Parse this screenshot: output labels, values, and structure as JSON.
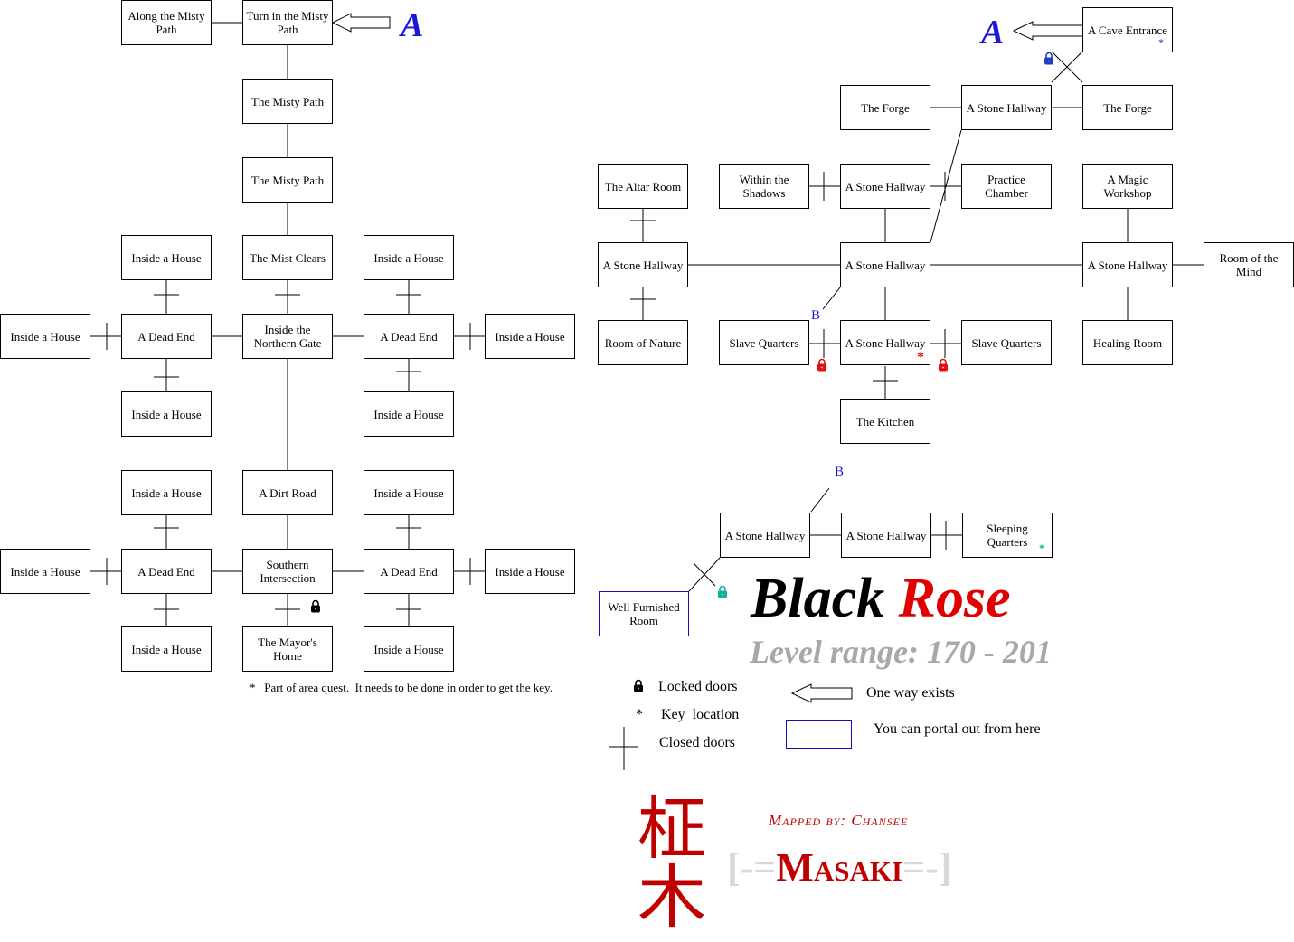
{
  "rooms": [
    {
      "id": "l1",
      "label": "Along the Misty Path"
    },
    {
      "id": "l2",
      "label": "Turn in the Misty Path"
    },
    {
      "id": "l3",
      "label": "The Misty Path"
    },
    {
      "id": "l4",
      "label": "The Misty Path"
    },
    {
      "id": "l5",
      "label": "The Mist Clears"
    },
    {
      "id": "l6",
      "label": "Inside a House"
    },
    {
      "id": "l7",
      "label": "Inside a House"
    },
    {
      "id": "l8",
      "label": "Inside a House"
    },
    {
      "id": "l9",
      "label": "A Dead End"
    },
    {
      "id": "l10",
      "label": "Inside the Northern Gate"
    },
    {
      "id": "l11",
      "label": "A Dead End"
    },
    {
      "id": "l12",
      "label": "Inside a House"
    },
    {
      "id": "l13",
      "label": "Inside a House"
    },
    {
      "id": "l14",
      "label": "Inside a House"
    },
    {
      "id": "l15",
      "label": "Inside a House"
    },
    {
      "id": "l16",
      "label": "A Dirt Road"
    },
    {
      "id": "l17",
      "label": "Inside a House"
    },
    {
      "id": "l18",
      "label": "Inside a House"
    },
    {
      "id": "l19",
      "label": "A Dead End"
    },
    {
      "id": "l20",
      "label": "Southern Intersection"
    },
    {
      "id": "l21",
      "label": "A Dead End"
    },
    {
      "id": "l22",
      "label": "Inside a House"
    },
    {
      "id": "l23",
      "label": "Inside a House"
    },
    {
      "id": "l24",
      "label": "The Mayor's Home"
    },
    {
      "id": "l25",
      "label": "Inside a House"
    },
    {
      "id": "r1",
      "label": "A Cave Entrance"
    },
    {
      "id": "r2",
      "label": "The Forge"
    },
    {
      "id": "r3",
      "label": "A Stone Hallway"
    },
    {
      "id": "r4",
      "label": "The Forge"
    },
    {
      "id": "r5",
      "label": "The Altar Room"
    },
    {
      "id": "r6",
      "label": "Within the Shadows"
    },
    {
      "id": "r7",
      "label": "A Stone Hallway"
    },
    {
      "id": "r8",
      "label": "Practice Chamber"
    },
    {
      "id": "r9",
      "label": "A Magic Workshop"
    },
    {
      "id": "r10",
      "label": "A Stone Hallway"
    },
    {
      "id": "r11",
      "label": "A Stone Hallway"
    },
    {
      "id": "r12",
      "label": "A Stone Hallway"
    },
    {
      "id": "r13",
      "label": "Room of the Mind"
    },
    {
      "id": "r14",
      "label": "Room of Nature"
    },
    {
      "id": "r15",
      "label": "Slave Quarters"
    },
    {
      "id": "r16",
      "label": "A Stone Hallway"
    },
    {
      "id": "r17",
      "label": "Slave Quarters"
    },
    {
      "id": "r18",
      "label": "Healing Room"
    },
    {
      "id": "r19",
      "label": "The Kitchen"
    },
    {
      "id": "r20",
      "label": "A Stone Hallway"
    },
    {
      "id": "r21",
      "label": "A Stone Hallway"
    },
    {
      "id": "r22",
      "label": "Sleeping Quarters"
    },
    {
      "id": "r23",
      "label": "Well Furnished Room",
      "portal": true
    }
  ],
  "markers": {
    "a_left": "A",
    "a_right": "A",
    "b_upper": "B",
    "b_lower": "B",
    "quest_star": "*",
    "key_marks": [
      "*",
      "*"
    ]
  },
  "colors": {
    "marker_blue": "#1a1ad6",
    "lock_red": "#e01010",
    "lock_blue": "#2040c0",
    "lock_teal": "#10b0a0",
    "rose_red": "#e00000",
    "level_gray": "#a8a8a8",
    "masaki_red": "#c00000",
    "bracket_gray": "#d8d8d8"
  },
  "footnote": "*   Part of area quest.  It needs to be done in order to get the key.",
  "title": {
    "word1": "Black",
    "word2": "Rose",
    "level": "Level range: 170 - 201"
  },
  "legend": {
    "locked": "Locked doors",
    "key_symbol": "*",
    "key": "Key  location",
    "closed": "Closed doors",
    "oneway": "One way exists",
    "portal": "You can portal out from here"
  },
  "credits": {
    "mapped_by": "Mapped by: Chansee",
    "kanji": "柾木",
    "bracket_left": "[-=",
    "name": "Masaki",
    "bracket_right": "=-]"
  }
}
